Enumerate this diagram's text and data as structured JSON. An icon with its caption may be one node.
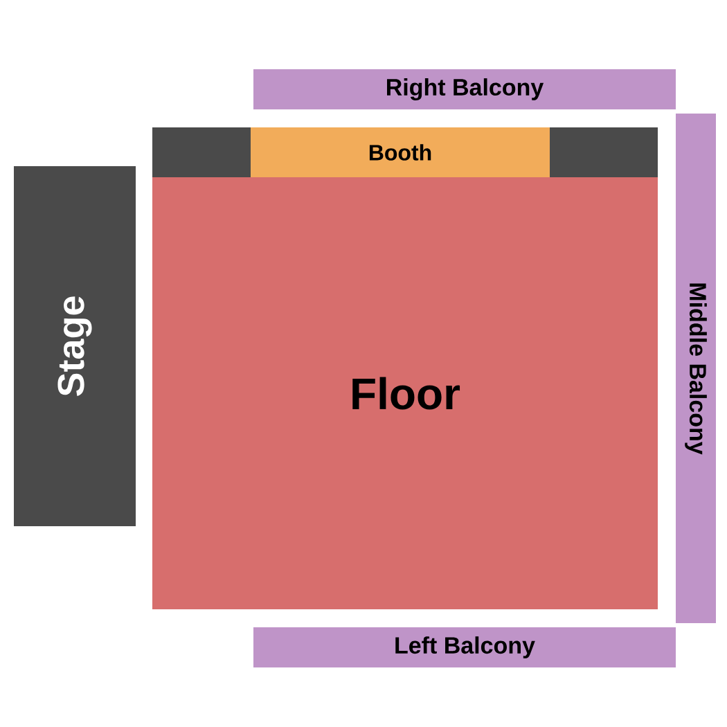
{
  "diagram": {
    "nodes": [
      {
        "text": [
          "Right Balcony"
        ]
      },
      {
        "text": [],
        "shape": "box"
      },
      {
        "text": [
          "Booth"
        ]
      },
      {
        "text": [],
        "shape": "box"
      },
      {
        "text": [
          "Stage"
        ]
      },
      {
        "text": [
          "Floor"
        ]
      },
      {
        "text": [
          "Middle Balcony"
        ]
      },
      {
        "text": [
          "Left Balcony"
        ]
      }
    ]
  }
}
